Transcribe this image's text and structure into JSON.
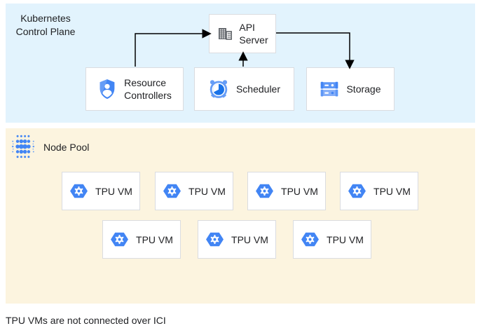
{
  "control_plane": {
    "title_line1": "Kubernetes",
    "title_line2": "Control Plane",
    "api_server": {
      "line1": "API",
      "line2": "Server"
    },
    "resource_controllers": {
      "line1": "Resource",
      "line2": "Controllers"
    },
    "scheduler": {
      "label": "Scheduler"
    },
    "storage": {
      "label": "Storage"
    }
  },
  "node_pool": {
    "title": "Node Pool",
    "vm_label": "TPU VM",
    "vm_count": 7
  },
  "footer": {
    "note": "TPU VMs are not connected over ICI"
  },
  "connections": [
    {
      "from": "resource-controllers",
      "to": "api-server"
    },
    {
      "from": "scheduler",
      "to": "api-server"
    },
    {
      "from": "api-server",
      "to": "storage"
    }
  ],
  "icons": {
    "api_server": "building-icon",
    "resource_controllers": "shield-user-icon",
    "scheduler": "alarm-clock-icon",
    "storage": "storage-stack-icon",
    "node_pool": "dot-cluster-icon",
    "tpu_vm": "hexagon-gear-icon"
  },
  "colors": {
    "control_plane_bg": "#e2f3fd",
    "node_pool_bg": "#fcf4df",
    "box_bg": "#ffffff",
    "box_border": "#dadce0",
    "text": "#202124",
    "google_blue": "#4285f4",
    "blue_light": "#669df6",
    "blue_dark": "#1a73e8",
    "icon_gray": "#5f6368",
    "arrow": "#000000"
  }
}
